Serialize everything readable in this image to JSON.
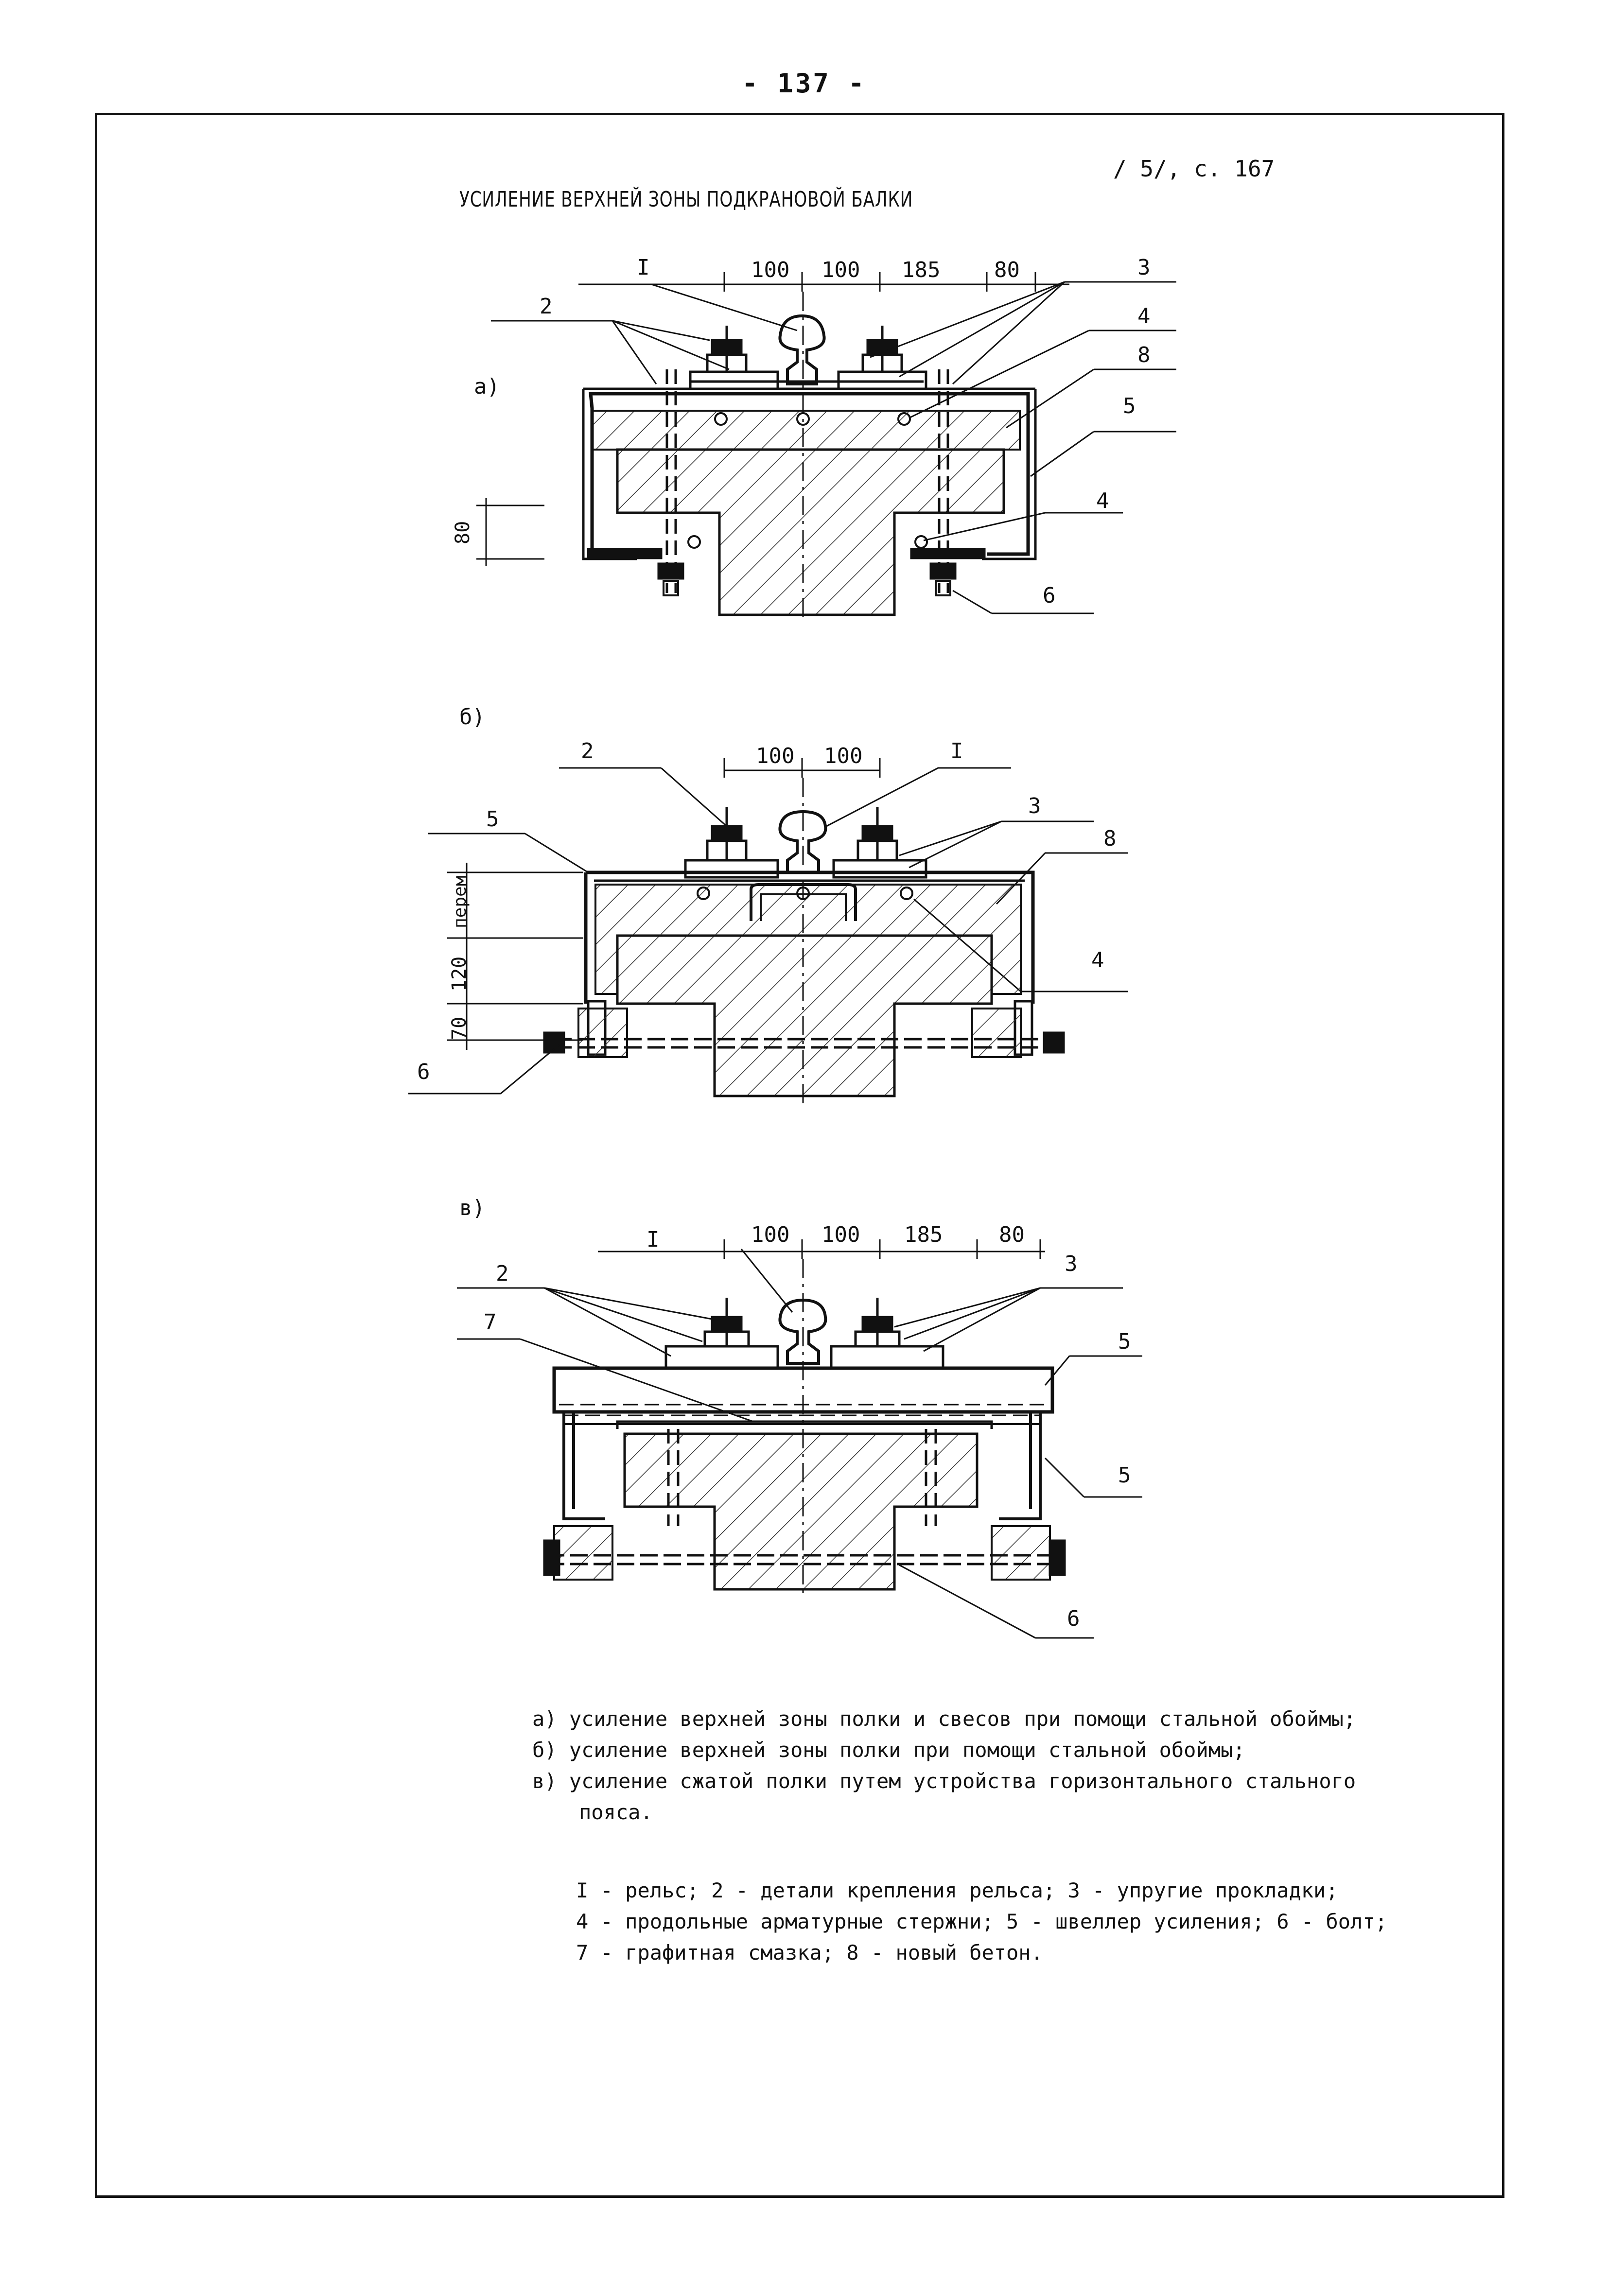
{
  "page": {
    "number": "- 137 -",
    "source_ref": "/ 5/, с. 167",
    "title": "УСИЛЕНИЕ ВЕРХНЕЙ ЗОНЫ ПОДКРАНОВОЙ БАЛКИ"
  },
  "figures": {
    "a": {
      "label": "а)",
      "dims_top": [
        "100",
        "100",
        "185",
        "80"
      ],
      "dim_side": "80",
      "callouts": {
        "rail": "I",
        "fastening": "2",
        "pads": "3",
        "bars_top": "4",
        "concrete": "8",
        "channel": "5",
        "bars_bottom": "4",
        "bolt": "6"
      }
    },
    "b": {
      "label": "б)",
      "dims_top": [
        "100",
        "100"
      ],
      "dims_side": [
        "перем",
        "120",
        "70"
      ],
      "callouts": {
        "fastening": "2",
        "rail": "I",
        "pads": "3",
        "channel": "5",
        "concrete": "8",
        "bars": "4",
        "bolt": "6"
      }
    },
    "v": {
      "label": "в)",
      "dims_top": [
        "100",
        "100",
        "185",
        "80"
      ],
      "callouts": {
        "rail": "I",
        "fastening": "2",
        "pads": "3",
        "lubricant": "7",
        "channel_top": "5",
        "channel_side": "5",
        "bolt": "6"
      }
    }
  },
  "captions": [
    "а) усиление верхней зоны полки и свесов при помощи стальной обоймы;",
    "б) усиление верхней зоны полки при помощи стальной обоймы;",
    "в) усиление сжатой полки путем устройства горизонтального стального",
    "пояса."
  ],
  "legend": [
    "I - рельс; 2 - детали крепления рельса; 3 - упругие прокладки;",
    "4 - продольные арматурные стержни; 5 - швеллер усиления; 6 - болт;",
    "7 - графитная смазка; 8 - новый бетон."
  ]
}
